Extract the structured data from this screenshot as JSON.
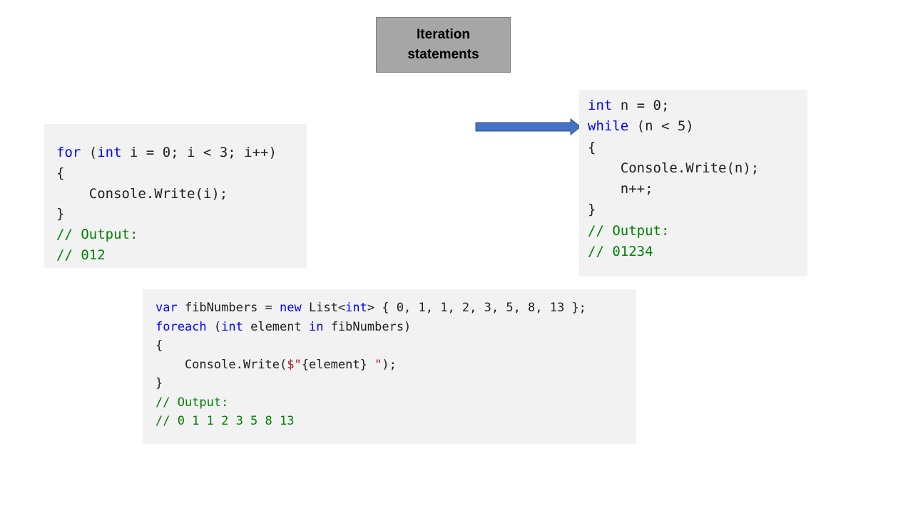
{
  "title": "Iteration\nstatements",
  "colors": {
    "keyword": "#0000ff",
    "comment": "#008000",
    "string": "#a31515",
    "code_background": "#f2f2f2",
    "title_background": "#a6a6a6",
    "arrow_fill": "#4472c4",
    "arrow_stroke": "#2f528f"
  },
  "icons": {
    "arrow": "arrow-right-icon"
  },
  "for_example": {
    "lines": [
      [
        {
          "t": "for",
          "c": "kw"
        },
        {
          "t": " ("
        },
        {
          "t": "int",
          "c": "kw"
        },
        {
          "t": " i = 0; i < 3; i++)"
        }
      ],
      [
        {
          "t": "{"
        }
      ],
      [
        {
          "t": "    Console.Write(i);"
        }
      ],
      [
        {
          "t": "}"
        }
      ],
      [
        {
          "t": "// Output:",
          "c": "cm"
        }
      ],
      [
        {
          "t": "// 012",
          "c": "cm"
        }
      ]
    ]
  },
  "while_example": {
    "lines": [
      [
        {
          "t": "int",
          "c": "kw"
        },
        {
          "t": " n = 0;"
        }
      ],
      [
        {
          "t": "while",
          "c": "kw"
        },
        {
          "t": " (n < 5)"
        }
      ],
      [
        {
          "t": "{"
        }
      ],
      [
        {
          "t": "    Console.Write(n);"
        }
      ],
      [
        {
          "t": "    n++;"
        }
      ],
      [
        {
          "t": "}"
        }
      ],
      [
        {
          "t": "// Output:",
          "c": "cm"
        }
      ],
      [
        {
          "t": "// 01234",
          "c": "cm"
        }
      ]
    ]
  },
  "foreach_example": {
    "lines": [
      [
        {
          "t": "var",
          "c": "kw"
        },
        {
          "t": " fibNumbers = "
        },
        {
          "t": "new",
          "c": "kw"
        },
        {
          "t": " List<"
        },
        {
          "t": "int",
          "c": "kw"
        },
        {
          "t": "> { 0, 1, 1, 2, 3, 5, 8, 13 };"
        }
      ],
      [
        {
          "t": "foreach",
          "c": "kw"
        },
        {
          "t": " ("
        },
        {
          "t": "int",
          "c": "kw"
        },
        {
          "t": " element "
        },
        {
          "t": "in",
          "c": "kw"
        },
        {
          "t": " fibNumbers)"
        }
      ],
      [
        {
          "t": "{"
        }
      ],
      [
        {
          "t": "    Console.Write("
        },
        {
          "t": "$\"",
          "c": "str"
        },
        {
          "t": "{element}"
        },
        {
          "t": " \"",
          "c": "str"
        },
        {
          "t": ");"
        }
      ],
      [
        {
          "t": "}"
        }
      ],
      [
        {
          "t": "// Output:",
          "c": "cm"
        }
      ],
      [
        {
          "t": "// 0 1 1 2 3 5 8 13",
          "c": "cm"
        }
      ]
    ]
  }
}
